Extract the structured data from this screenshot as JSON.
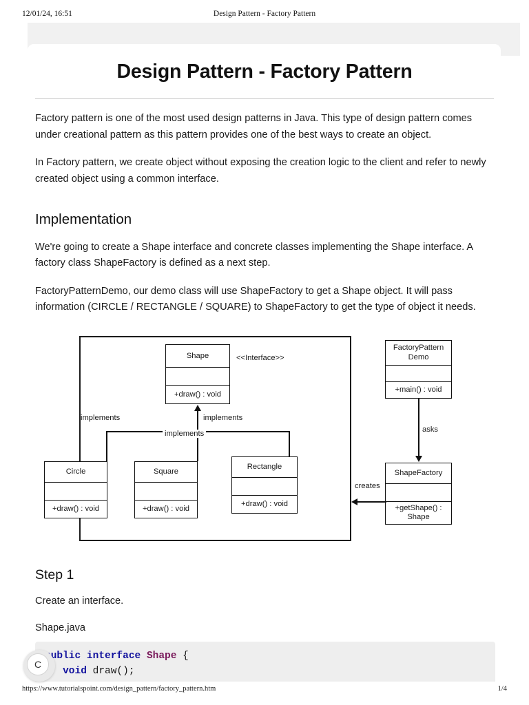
{
  "browser_print": {
    "date": "12/01/24, 16:51",
    "title": "Design Pattern - Factory Pattern",
    "url": "https://www.tutorialspoint.com/design_pattern/factory_pattern.htm",
    "page_indicator": "1/4"
  },
  "document": {
    "title": "Design Pattern - Factory Pattern",
    "paragraphs": {
      "intro_1": "Factory pattern is one of the most used design patterns in Java. This type of design pattern comes under creational pattern as this pattern provides one of the best ways to create an object.",
      "intro_2": "In Factory pattern, we create object without exposing the creation logic to the client and refer to newly created object using a common interface.",
      "impl_1": "We're going to create a Shape interface and concrete classes implementing the Shape interface. A factory class ShapeFactory is defined as a next step.",
      "impl_2": "FactoryPatternDemo, our demo class will use ShapeFactory to get a Shape object. It will pass information (CIRCLE / RECTANGLE / SQUARE) to ShapeFactory to get the type of object it needs.",
      "step1_desc": "Create an interface.",
      "step1_file": "Shape.java"
    },
    "headings": {
      "implementation": "Implementation",
      "step1": "Step 1"
    }
  },
  "uml_diagram": {
    "interface_stereotype": "<<Interface>>",
    "classes": {
      "shape": {
        "name": "Shape",
        "attrs": "",
        "method": "+draw() : void"
      },
      "circle": {
        "name": "Circle",
        "attrs": "",
        "method": "+draw() : void"
      },
      "square": {
        "name": "Square",
        "attrs": "",
        "method": "+draw() : void"
      },
      "rectangle": {
        "name": "Rectangle",
        "attrs": "",
        "method": "+draw() : void"
      },
      "demo": {
        "name": "FactoryPattern\nDemo",
        "attrs": "",
        "method": "+main() : void"
      },
      "factory": {
        "name": "ShapeFactory",
        "attrs": "",
        "method": "+getShape() :\nShape"
      }
    },
    "relations": {
      "implements_left": "implements",
      "implements_center": "implements",
      "implements_right": "implements",
      "asks": "asks",
      "creates": "creates"
    }
  },
  "code": {
    "language": "java",
    "lines": [
      [
        {
          "t": "public interface ",
          "c": "kw"
        },
        {
          "t": "Shape",
          "c": "type"
        },
        {
          "t": " {",
          "c": "pl"
        }
      ],
      [
        {
          "t": "   void ",
          "c": "kw"
        },
        {
          "t": "draw();",
          "c": "pl"
        }
      ]
    ]
  },
  "widgets": {
    "cookie_badge_label": "C"
  }
}
